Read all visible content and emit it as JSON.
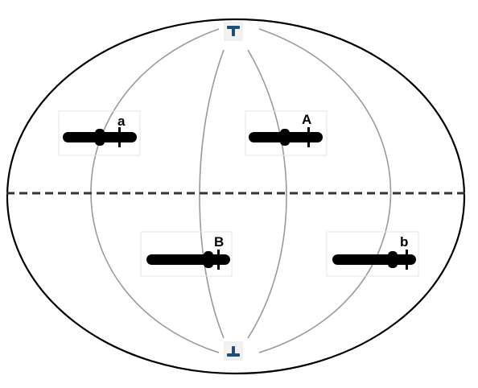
{
  "labels": {
    "a": "a",
    "A": "A",
    "B": "B",
    "b": "b"
  },
  "colors": {
    "cell_outline": "#000000",
    "spindle": "#9a9a9a",
    "chromosome": "#000000",
    "centrosome": "#1f4e79",
    "metaphase_plate": "#333333",
    "frame": "#e6e6e6"
  }
}
